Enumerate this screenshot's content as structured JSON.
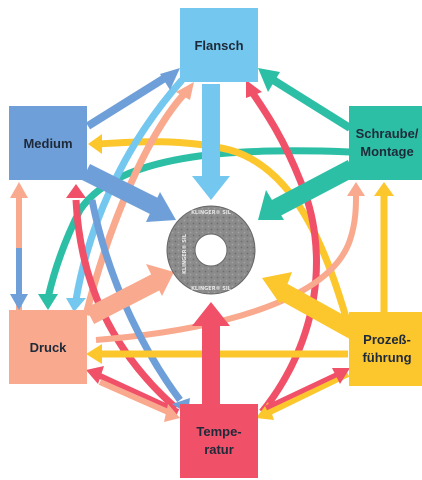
{
  "nodes": {
    "flansch": {
      "label": "Flansch",
      "color": "#74c7ee"
    },
    "medium": {
      "label": "Medium",
      "color": "#6f9fd8"
    },
    "schraube": {
      "label_1": "Schraube/",
      "label_2": "Montage",
      "color": "#2cbfa6"
    },
    "druck": {
      "label": "Druck",
      "color": "#f9a98d"
    },
    "prozess": {
      "label_1": "Prozeß-",
      "label_2": "führung",
      "color": "#fcc62d"
    },
    "temperatur": {
      "label_1": "Tempe-",
      "label_2": "ratur",
      "color": "#f05068"
    }
  },
  "center": {
    "brand_text": "KLINGER® SIL",
    "gasket_color": "#8a8a8a"
  }
}
